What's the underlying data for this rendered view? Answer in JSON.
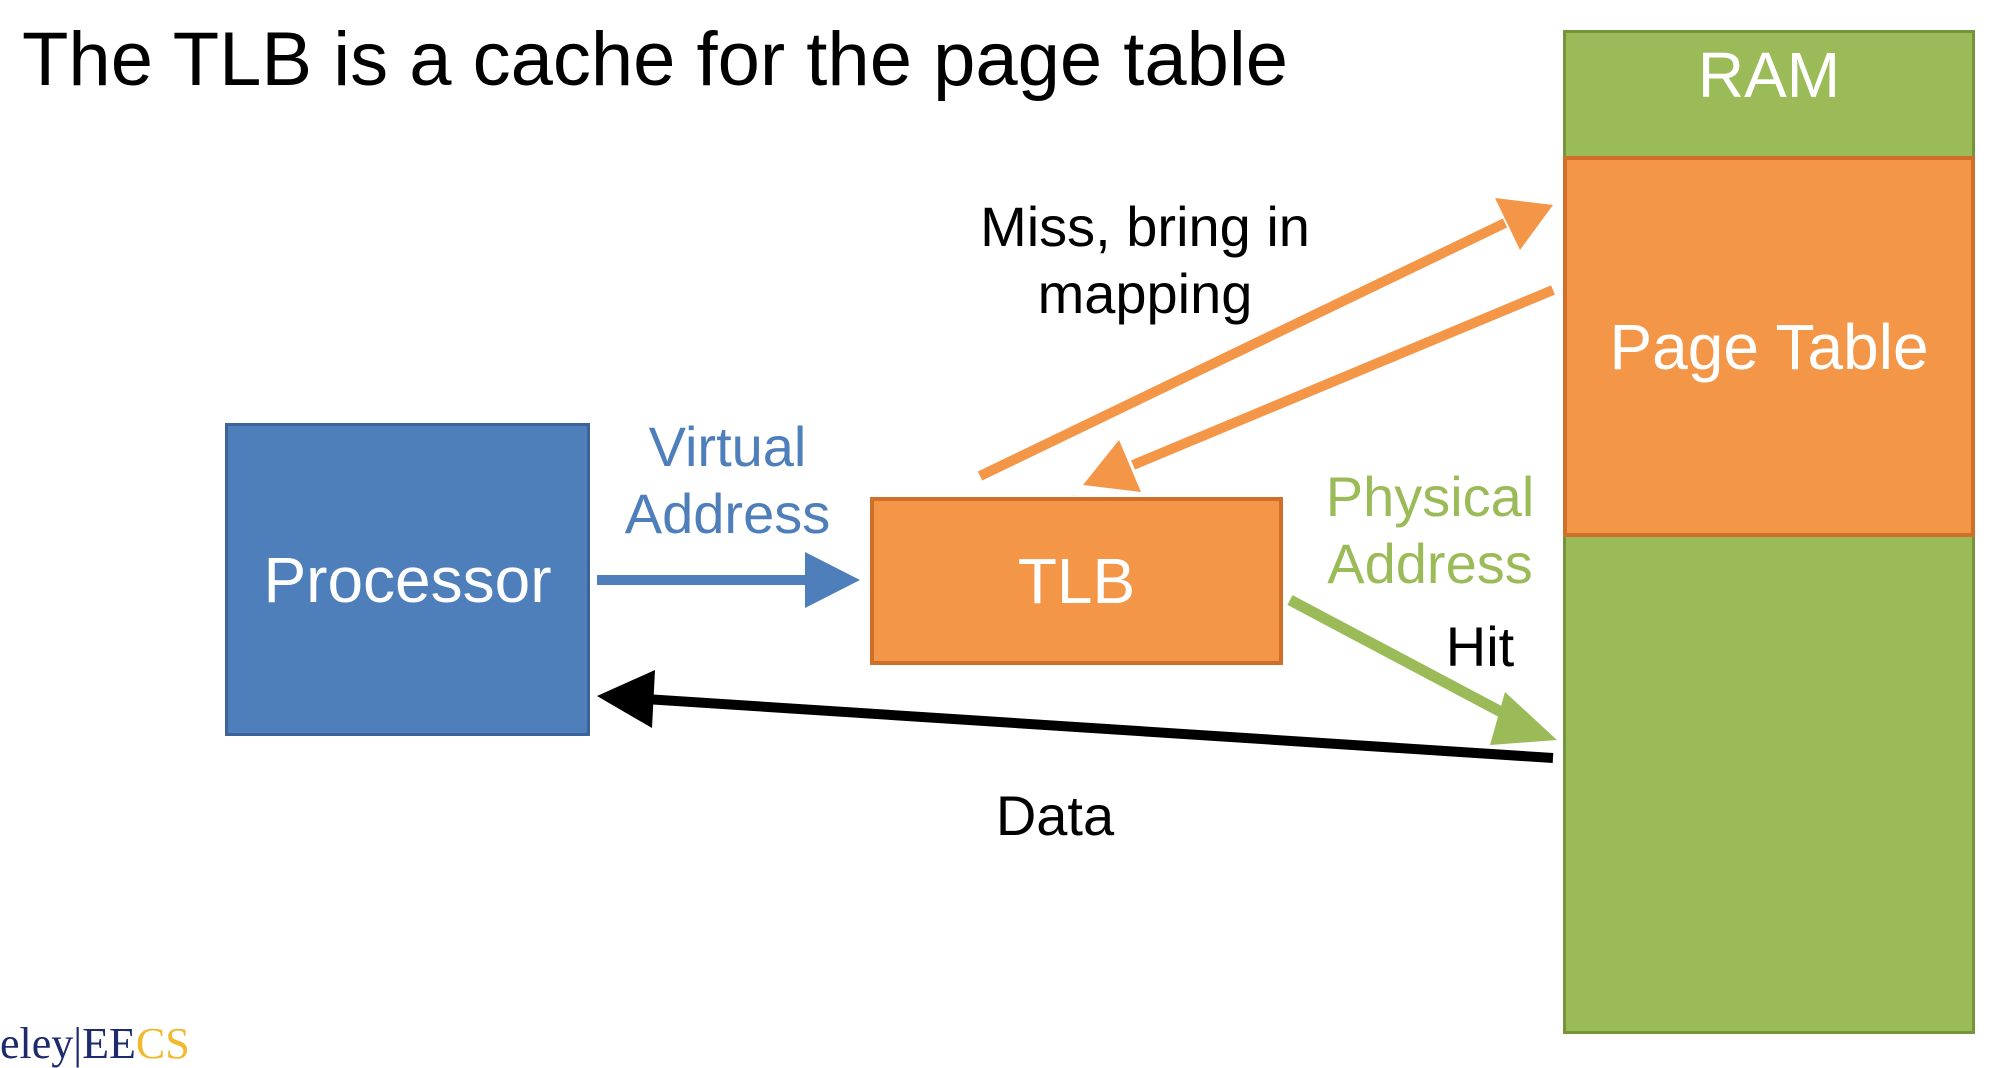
{
  "title": "The TLB is a cache for the page table",
  "boxes": {
    "processor": "Processor",
    "tlb": "TLB",
    "ram": "RAM",
    "page_table": "Page Table"
  },
  "labels": {
    "virtual_address": [
      "Virtual",
      "Address"
    ],
    "physical_address": [
      "Physical",
      "Address"
    ],
    "miss": [
      "Miss, bring in",
      "mapping"
    ],
    "hit": "Hit",
    "data": "Data"
  },
  "logo": {
    "left": "eley",
    "right_main": "EE",
    "right_accent": "CS"
  },
  "colors": {
    "processor": "#4e7fba",
    "tlb": "#f49648",
    "ram": "#9bbb59",
    "page_table": "#f49648",
    "virtual_arrow": "#4e7fba",
    "physical_arrow": "#9bbb59",
    "miss_arrows": "#f49648",
    "data_arrow": "#000000"
  }
}
